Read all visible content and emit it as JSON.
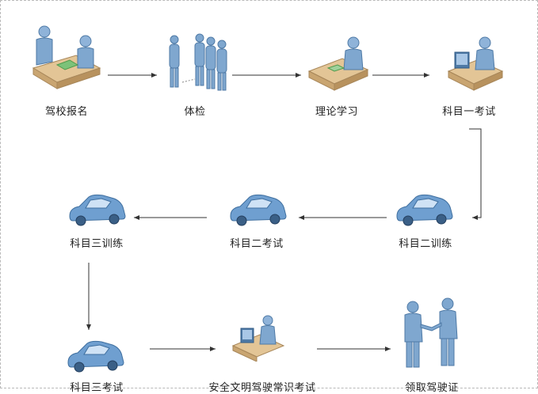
{
  "steps": [
    {
      "id": "s1",
      "label": "驾校报名",
      "icon": "registration-desk-icon"
    },
    {
      "id": "s2",
      "label": "体检",
      "icon": "people-checkup-icon"
    },
    {
      "id": "s3",
      "label": "理论学习",
      "icon": "study-desk-icon"
    },
    {
      "id": "s4",
      "label": "科目一考试",
      "icon": "computer-exam-icon"
    },
    {
      "id": "s5",
      "label": "科目二训练",
      "icon": "car-icon"
    },
    {
      "id": "s6",
      "label": "科目二考试",
      "icon": "car-icon"
    },
    {
      "id": "s7",
      "label": "科目三训练",
      "icon": "car-icon"
    },
    {
      "id": "s8",
      "label": "科目三考试",
      "icon": "car-icon"
    },
    {
      "id": "s9",
      "label": "安全文明驾驶常识考试",
      "icon": "computer-exam-icon"
    },
    {
      "id": "s10",
      "label": "领取驾驶证",
      "icon": "handshake-icon"
    }
  ],
  "colors": {
    "figure": "#7fa7cf",
    "figure_dark": "#5a86b3",
    "desk": "#d9b98a",
    "car": "#6f9fd0",
    "arrow": "#333333"
  }
}
